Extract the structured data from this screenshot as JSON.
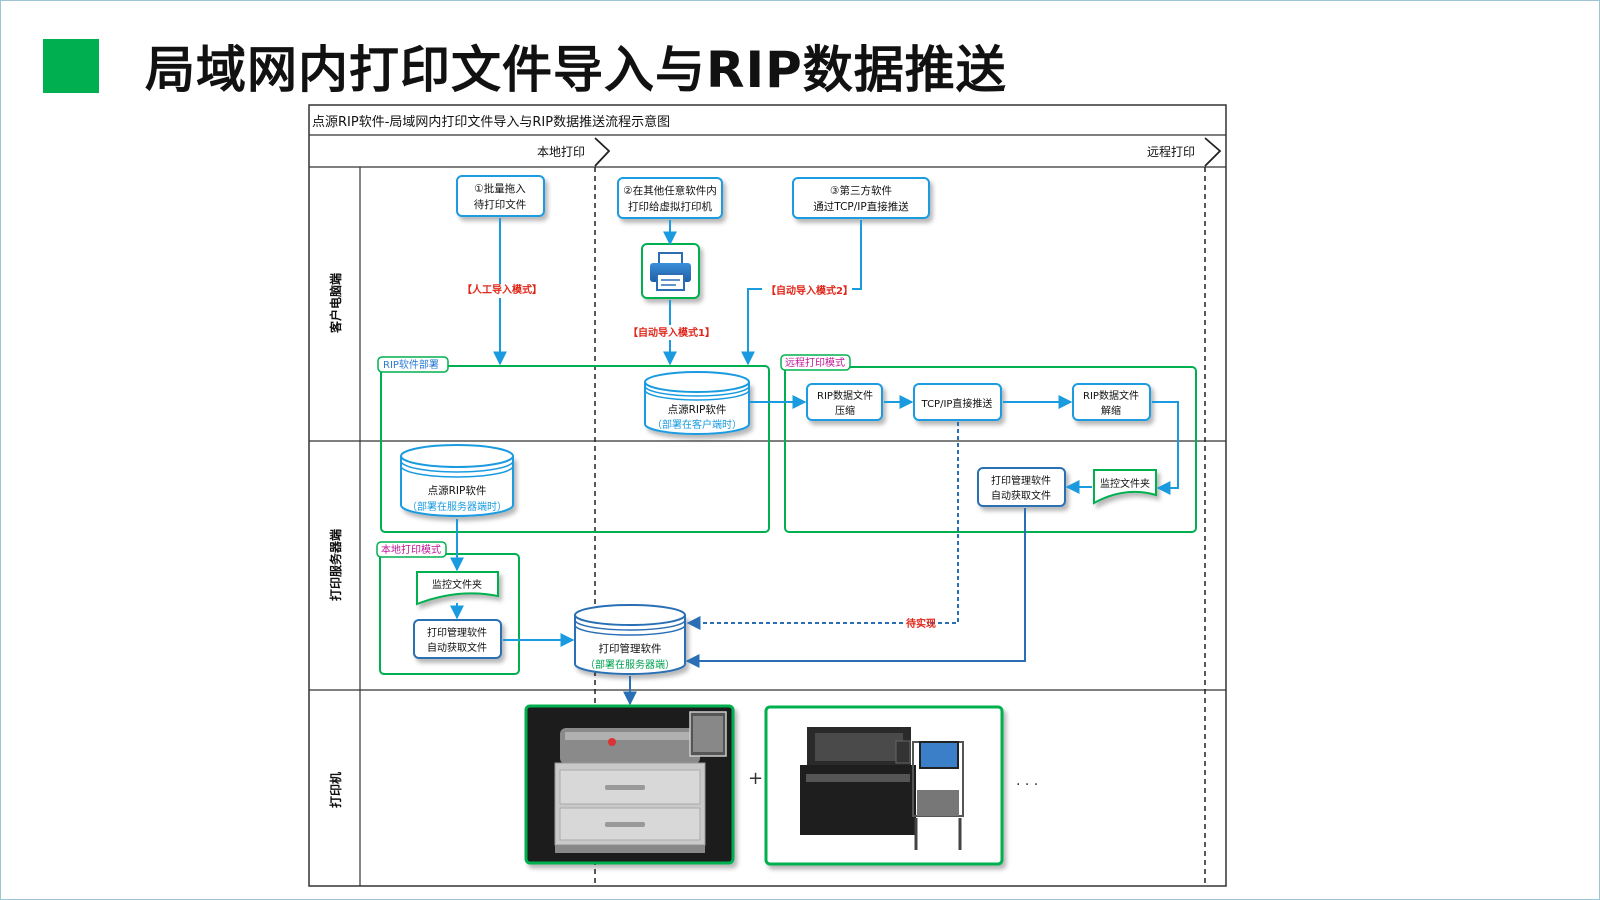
{
  "page": {
    "title": "局域网内打印文件导入与RIP数据推送"
  },
  "diagram": {
    "caption": "点源RIP软件-局域网内打印文件导入与RIP数据推送流程示意图",
    "phases": {
      "local": "本地打印",
      "remote": "远程打印"
    },
    "lanes": {
      "client": "客户电脑端",
      "server": "打印服务器端",
      "printer": "打印机"
    },
    "sources": {
      "s1_line1": "①批量拖入",
      "s1_line2": "待打印文件",
      "s2_line1": "②在其他任意软件内",
      "s2_line2": "打印给虚拟打印机",
      "s3_line1": "③第三方软件",
      "s3_line2": "通过TCP/IP直接推送"
    },
    "modes": {
      "manual": "【人工导入模式】",
      "auto1": "【自动导入模式1】",
      "auto2": "【自动导入模式2】"
    },
    "groups": {
      "rip_deploy": "RIP软件部署",
      "remote_mode": "远程打印模式",
      "local_mode": "本地打印模式"
    },
    "nodes": {
      "rip_client_name": "点源RIP软件",
      "rip_client_sub": "（部署在客户端时）",
      "rip_server_name": "点源RIP软件",
      "rip_server_sub": "（部署在服务器端时）",
      "compress_l1": "RIP数据文件",
      "compress_l2": "压缩",
      "tcp_push": "TCP/IP直接推送",
      "decompress_l1": "RIP数据文件",
      "decompress_l2": "解缩",
      "monitor_remote": "监控文件夹",
      "pm_remote_l1": "打印管理软件",
      "pm_remote_l2": "自动获取文件",
      "monitor_local": "监控文件夹",
      "pm_local_l1": "打印管理软件",
      "pm_local_l2": "自动获取文件",
      "pm_server_name": "打印管理软件",
      "pm_server_sub": "（部署在服务器端）",
      "pending": "待实现"
    },
    "printers": {
      "plus": "+",
      "more": "· · ·"
    },
    "colors": {
      "accent_green": "#00b050",
      "flow_blue": "#1a9be0",
      "mode_red": "#e0271b",
      "group_magenta": "#c0189a"
    }
  }
}
